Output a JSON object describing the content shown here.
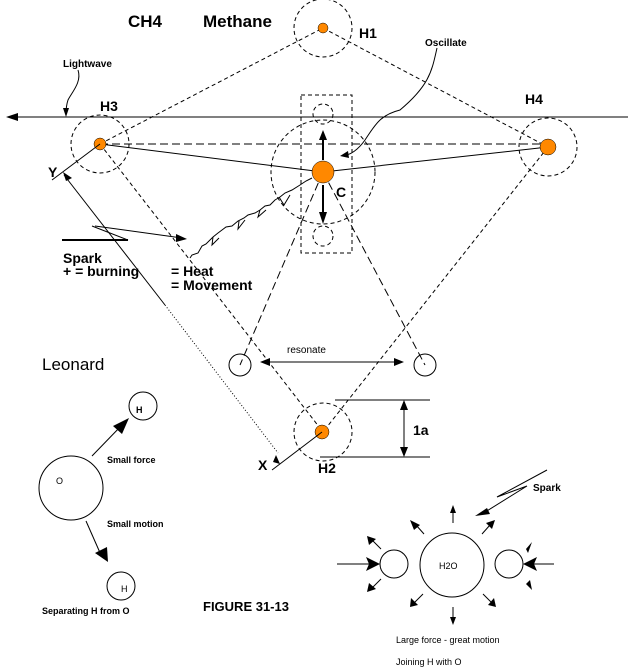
{
  "title": {
    "formula": "CH4",
    "name": "Methane"
  },
  "labels": {
    "lightwave": "Lightwave",
    "oscillate": "Oscillate",
    "h1": "H1",
    "h2": "H2",
    "h3": "H3",
    "h4": "H4",
    "carbon": "C",
    "axis_y": "Y",
    "axis_x": "X",
    "resonate": "resonate",
    "distance": "1a",
    "spark_title": "Spark",
    "spark_burning": "+ = burning",
    "heat": "= Heat",
    "movement": "= Movement"
  },
  "leonard": {
    "title": "Leonard",
    "oxygen": "O",
    "hydrogen_top": "H",
    "hydrogen_bottom": "H",
    "small_force": "Small force",
    "small_motion": "Small motion",
    "caption": "Separating H from O"
  },
  "figure_label": "FIGURE  31-13",
  "water": {
    "center": "H2O",
    "spark": "Spark",
    "caption_force": "Large force -  great motion",
    "caption_join": "Joining H with O"
  },
  "colors": {
    "atom_fill": "#ff8800",
    "line": "#000000",
    "background": "#ffffff"
  }
}
